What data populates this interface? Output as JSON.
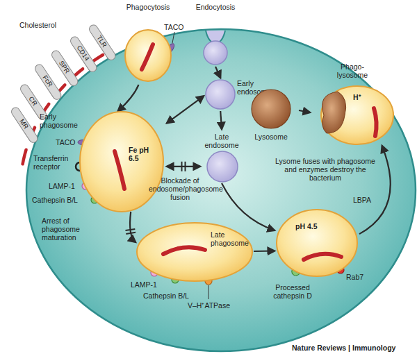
{
  "diagram": {
    "nodes": [
      {
        "text": [
          "Phagocytosis"
        ]
      },
      {
        "text": [
          "Endocytosis"
        ]
      },
      {
        "text": [
          "Early endosome"
        ]
      },
      {
        "text": [
          "Late endosome"
        ]
      },
      {
        "text": [
          "Early phagosome",
          "Fe pH 6.5"
        ]
      },
      {
        "text": [
          "Late phagosome"
        ]
      },
      {
        "text": [
          "pH 4.5"
        ]
      },
      {
        "text": [
          "Lysosome"
        ]
      },
      {
        "text": [
          "Phago- lysosome",
          "H⁺"
        ]
      }
    ],
    "edges": [
      {
        "from": 0,
        "to": 4,
        "arrow": "to"
      },
      {
        "from": 1,
        "to": 2,
        "arrow": "to"
      },
      {
        "from": 2,
        "to": 4,
        "arrow": "both"
      },
      {
        "from": 2,
        "to": 3,
        "arrow": "to"
      },
      {
        "from": 3,
        "to": 4,
        "arrow": "both"
      },
      {
        "from": 3,
        "to": 6,
        "arrow": "to"
      },
      {
        "from": 4,
        "to": 5,
        "arrow": "to"
      },
      {
        "from": 5,
        "to": 6,
        "arrow": "to"
      },
      {
        "from": 6,
        "to": 8,
        "arrow": "to"
      },
      {
        "from": 7,
        "to": 8,
        "arrow": "to"
      }
    ],
    "labels": [
      "Cholesterol",
      "TLR",
      "CD14",
      "SPR",
      "FcR",
      "CR",
      "MR",
      "TACO",
      "TACO",
      "Transferrin receptor",
      "LAMP-1",
      "Cathepsin B/L",
      "Blockade of endosome/phagosome fusion",
      "Arrest of phagosome maturation",
      "LAMP-1",
      "Cathepsin B/L",
      "V–H⁺ATPase",
      "Lysome fuses with phagosome and enzymes destroy the bacterium",
      "LBPA",
      "Processed cathepsin D",
      "Rab7",
      "Nature Reviews | Immunology"
    ]
  }
}
